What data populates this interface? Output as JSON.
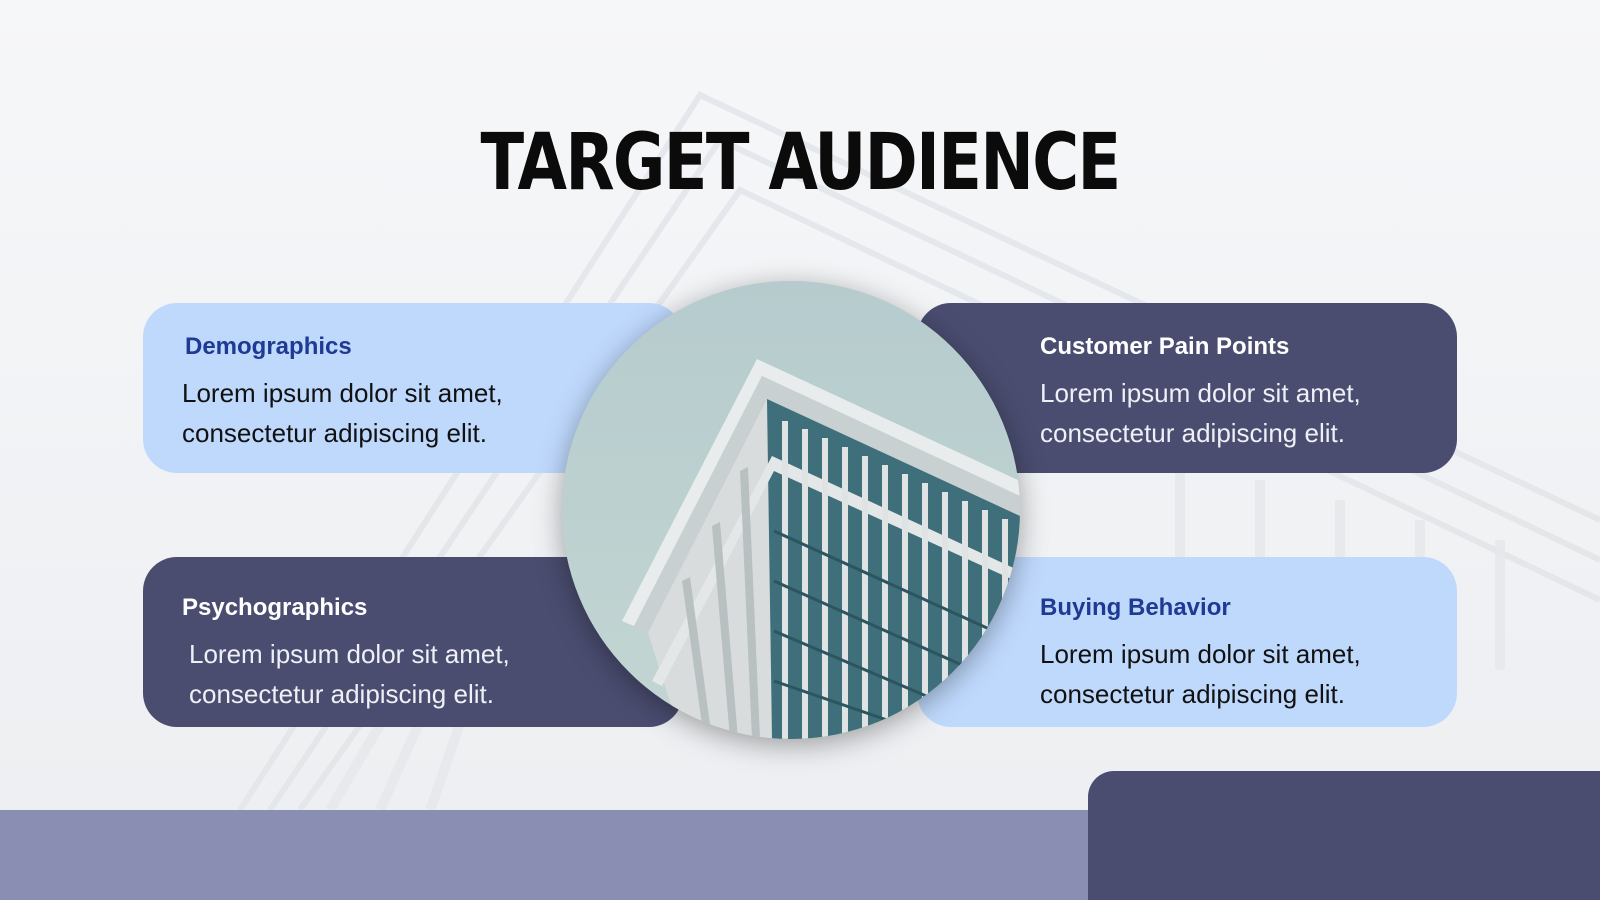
{
  "title": "TARGET AUDIENCE",
  "cards": [
    {
      "heading": "Demographics",
      "line1": "Lorem ipsum dolor sit amet,",
      "line2": "consectetur adipiscing elit."
    },
    {
      "heading": "Customer Pain Points",
      "line1": "Lorem ipsum dolor sit amet,",
      "line2": "consectetur adipiscing elit."
    },
    {
      "heading": "Psychographics",
      "line1": "Lorem ipsum dolor sit amet,",
      "line2": "consectetur adipiscing elit."
    },
    {
      "heading": "Buying Behavior",
      "line1": "Lorem ipsum dolor sit amet,",
      "line2": "consectetur adipiscing elit."
    }
  ],
  "colors": {
    "light_card": "#bfd9fd",
    "dark_card": "#4a4d70",
    "accent_text": "#1f3a93",
    "bottom_bar": "#8a8eb2"
  }
}
